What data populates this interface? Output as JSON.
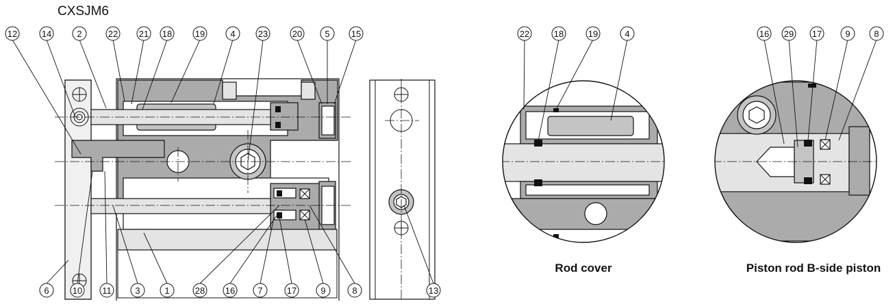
{
  "model_label": "CXSJM6",
  "main_callouts_top": [
    "12",
    "14",
    "2",
    "22",
    "21",
    "18",
    "19",
    "4",
    "23",
    "20",
    "5",
    "15"
  ],
  "main_callouts_bottom": [
    "6",
    "10",
    "11",
    "3",
    "1",
    "28",
    "16",
    "7",
    "17",
    "9",
    "8",
    "13"
  ],
  "rod_cover_detail": {
    "callouts": [
      "22",
      "18",
      "19",
      "4"
    ],
    "caption": "Rod cover"
  },
  "piston_detail": {
    "callouts": [
      "16",
      "29",
      "17",
      "9",
      "8"
    ],
    "caption": "Piston rod B-side piston"
  }
}
